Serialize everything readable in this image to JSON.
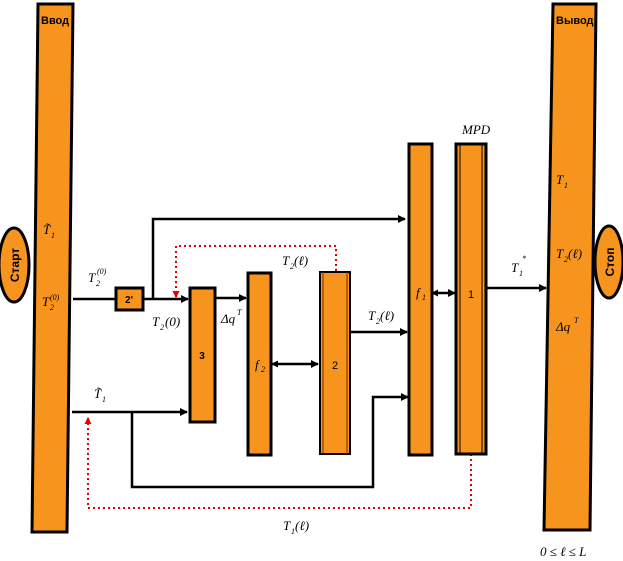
{
  "input_label": "Ввод",
  "output_label": "Вывод",
  "start_label": "Старт",
  "stop_label": "Стоп",
  "input_vars": {
    "t1_tilde": "T̃",
    "t1_sub": "1",
    "t2": "T",
    "t2_sub": "2",
    "t2_sup": "(0)"
  },
  "output_vars": {
    "t1": "T",
    "t1_sub": "1",
    "t2l": "T",
    "t2l_sub": "2",
    "t2l_arg": "(ℓ)",
    "dq": "Δq",
    "dq_sup": "T"
  },
  "signals": {
    "t20_top": "T",
    "t20_top_sub": "2",
    "t20_top_sup": "(0)",
    "t20_bottom": "T",
    "t20_bottom_sub": "2",
    "t20_bottom_arg": "(0)",
    "t1_tilde": "T̃",
    "t1_tilde_sub": "1",
    "dq": "Δq",
    "dq_sup": "T",
    "t2l_feedback": "T",
    "t2l_feedback_sub": "2",
    "t2l_feedback_arg": "(ℓ)",
    "t2l_mid": "T",
    "t2l_mid_sub": "2",
    "t2l_mid_arg": "(ℓ)",
    "t1_star": "T",
    "t1_star_sub": "1",
    "t1_star_sup": "*",
    "t1l_feedback": "T",
    "t1l_feedback_sub": "1",
    "t1l_feedback_arg": "(ℓ)"
  },
  "blocks": {
    "b2p": "2'",
    "b3": "3",
    "f2": "f",
    "f2_sub": "2",
    "b2": "2",
    "f1": "f",
    "f1_sub": "1",
    "b1": "1",
    "mpd": "MPD"
  },
  "range": "0 ≤ ℓ ≤ L",
  "colors": {
    "block": "#f7941d",
    "feedback": "#e00000",
    "line": "#000000"
  }
}
